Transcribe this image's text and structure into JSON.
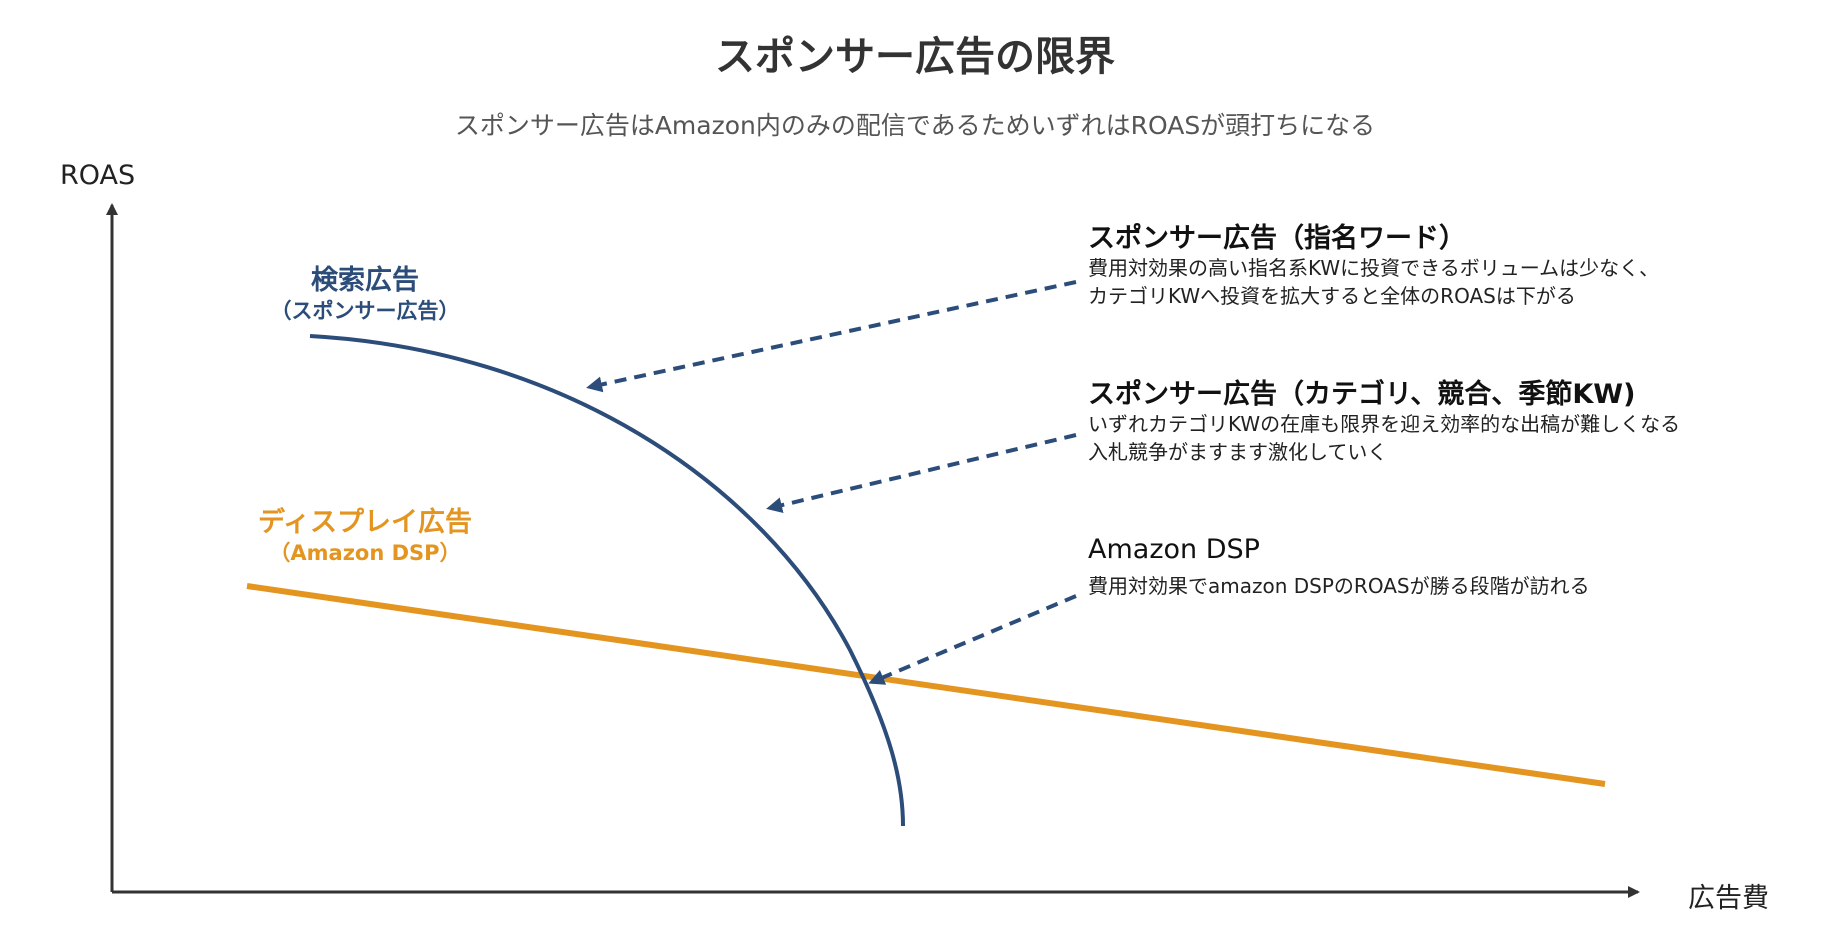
{
  "title": "スポンサー広告の限界",
  "subtitle": "スポンサー広告はAmazon内のみの配信であるためいずれはROASが頭打ちになる",
  "axes": {
    "y_label": "ROAS",
    "x_label": "広告費"
  },
  "curves": {
    "search": {
      "name": "検索広告",
      "sub": "（スポンサー広告）",
      "color": "#2c4d7a"
    },
    "display": {
      "name": "ディスプレイ広告",
      "sub": "（Amazon DSP）",
      "color": "#e39520"
    }
  },
  "annotations": [
    {
      "heading": "スポンサー広告（指名ワード）",
      "lines": [
        "費用対効果の高い指名系KWに投資できるボリュームは少なく、",
        "カテゴリKWへ投資を拡大すると全体のROASは下がる"
      ]
    },
    {
      "heading": "スポンサー広告（カテゴリ、競合、季節KW)",
      "lines": [
        "いずれカテゴリKWの在庫も限界を迎え効率的な出稿が難しくなる",
        "入札競争がますます激化していく"
      ]
    },
    {
      "heading": "Amazon DSP",
      "lines": [
        "費用対効果でamazon DSPのROASが勝る段階が訪れる"
      ]
    }
  ],
  "colors": {
    "axis": "#333333",
    "arrow": "#2c4d7a"
  }
}
